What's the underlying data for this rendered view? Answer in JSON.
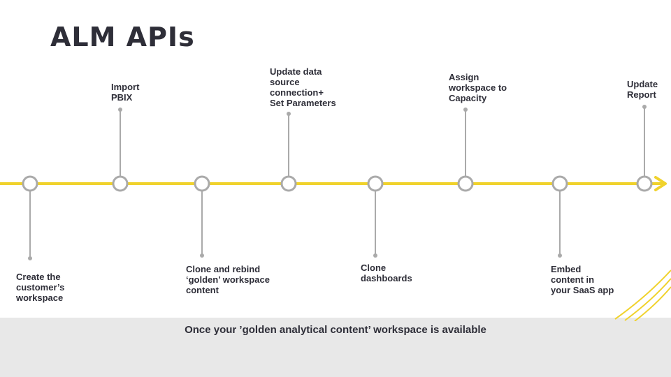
{
  "title": "ALM APIs",
  "footer": {
    "caption": "Once your ’golden analytical content’ workspace is available"
  },
  "colors": {
    "timeline": "#f0d22c",
    "connector": "#aaaaaa",
    "text": "#2e2e38",
    "footer_band": "#e8e8e8"
  },
  "steps_above": [
    {
      "label": "Import\nPBIX"
    },
    {
      "label": "Update data\nsource\nconnection+\nSet Parameters"
    },
    {
      "label": "Assign\nworkspace to\nCapacity"
    },
    {
      "label": "Update\nReport"
    }
  ],
  "steps_below": [
    {
      "label": "Create the\ncustomer’s\nworkspace"
    },
    {
      "label": "Clone and rebind\n‘golden’ workspace\ncontent"
    },
    {
      "label": "Clone\ndashboards"
    },
    {
      "label": "Embed\ncontent in\nyour SaaS app"
    }
  ]
}
